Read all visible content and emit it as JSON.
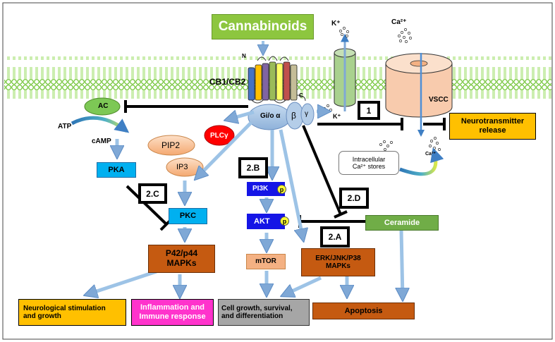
{
  "title": "Cannabinoids",
  "receptor": {
    "label": "CB1/CB2",
    "n_terminus": "N",
    "c_terminus": "C"
  },
  "g_protein": {
    "alpha": "Gi/o α",
    "beta": "β",
    "gamma": "γ"
  },
  "ions": {
    "potassium_top": "K⁺",
    "potassium_bottom": "K⁺",
    "calcium_top": "Ca²⁺",
    "calcium_bottom": "Ca²⁺"
  },
  "channels": {
    "vscc": "VSCC"
  },
  "nodes": {
    "ac": "AC",
    "atp": "ATP",
    "camp": "cAMP",
    "pka": "PKA",
    "pip2": "PIP2",
    "ip3": "IP3",
    "plc": "PLCγ",
    "pkc": "PKC",
    "pi3k": "PI3K",
    "akt": "AKT",
    "phospho": "p",
    "mtor": "mTOR",
    "mapk_line1": "P42/p44",
    "mapk_line2": "MAPKs",
    "erk_line1": "ERK/JNK/P38",
    "erk_line2": "MAPKs",
    "ceramide": "Ceramide",
    "ca_stores_line1": "Intracellular",
    "ca_stores_line2": "Ca²⁺ stores",
    "neuro_line1": "Neurotransmitter",
    "neuro_line2": "release"
  },
  "outcomes": {
    "neurological_line1": "Neurological stimulation",
    "neurological_line2": "and growth",
    "inflammation_line1": "Inflammation and",
    "inflammation_line2": "Immune response",
    "cell_growth_line1": "Cell growth, survival,",
    "cell_growth_line2": "and differentiation",
    "apoptosis": "Apoptosis"
  },
  "pathway_tags": {
    "t1": "1",
    "t2a": "2.A",
    "t2b": "2.B",
    "t2c": "2.C",
    "t2d": "2.D"
  },
  "colors": {
    "membrane": "#7fd63a",
    "title_box": "#8dc63f",
    "ac": "#7dc855",
    "g_protein": "#9dbde0",
    "pip": "#f4b183",
    "plc": "#ff0000",
    "blue_box": "#00b0f0",
    "pi3k": "#1515e6",
    "mtor": "#f4b183",
    "mapk": "#c55a11",
    "neuro": "#ffc000",
    "inflammation": "#ff33cc",
    "cell_growth": "#a6a6a6",
    "vscc": "#f8cbad",
    "k_channel": "#a9d18e",
    "arrow": "#9dc3e6"
  },
  "icons": [
    "k-channel-icon",
    "vscc-channel-icon",
    "receptor-helix-icon",
    "ion-dots-icon"
  ]
}
